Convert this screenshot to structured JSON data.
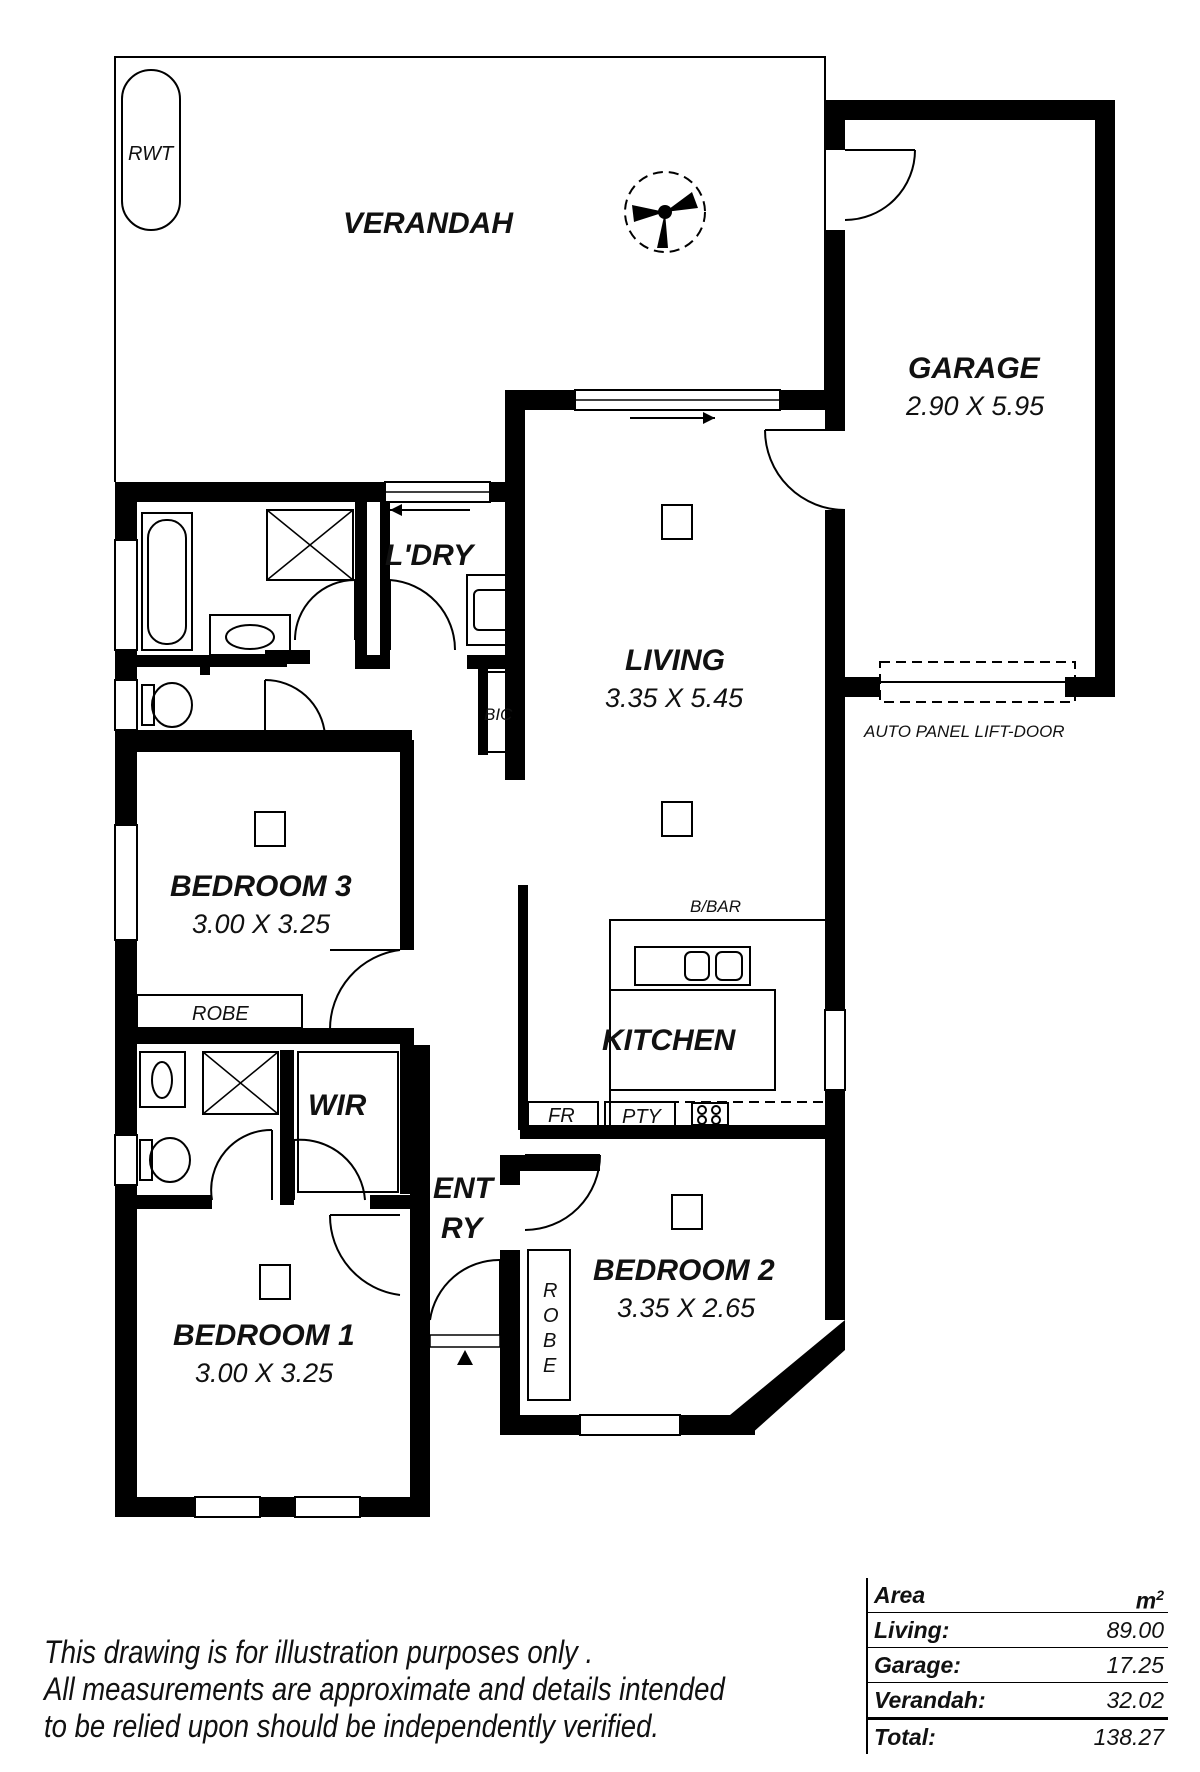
{
  "rooms": {
    "verandah": {
      "name": "VERANDAH"
    },
    "rwt": {
      "name": "RWT"
    },
    "garage": {
      "name": "GARAGE",
      "dims": "2.90 X 5.95"
    },
    "garage_door": {
      "name": "AUTO PANEL LIFT-DOOR"
    },
    "laundry": {
      "name": "L'DRY"
    },
    "bic": {
      "name": "BIC"
    },
    "living": {
      "name": "LIVING",
      "dims": "3.35 X 5.45"
    },
    "bedroom3": {
      "name": "BEDROOM 3",
      "dims": "3.00 X 3.25"
    },
    "robe3": {
      "name": "ROBE"
    },
    "bbar": {
      "name": "B/BAR"
    },
    "kitchen": {
      "name": "KITCHEN"
    },
    "fridge": {
      "name": "FR"
    },
    "pantry": {
      "name": "PTY"
    },
    "wir": {
      "name": "WIR"
    },
    "entry": {
      "line1": "ENT",
      "line2": "RY"
    },
    "bedroom2": {
      "name": "BEDROOM 2",
      "dims": "3.35 X 2.65"
    },
    "robe2": {
      "letters": [
        "R",
        "O",
        "B",
        "E"
      ]
    },
    "bedroom1": {
      "name": "BEDROOM 1",
      "dims": "3.00 X 3.25"
    }
  },
  "disclaimer": {
    "line1": "This drawing is for illustration purposes only .",
    "line2": "All measurements are approximate and details intended",
    "line3": "to be relied upon should be independently verified."
  },
  "area_table": {
    "header_label": "Area",
    "header_unit": "m",
    "header_unit_sup": "2",
    "rows": [
      {
        "label": "Living:",
        "value": "89.00"
      },
      {
        "label": "Garage:",
        "value": "17.25"
      },
      {
        "label": "Verandah:",
        "value": "32.02"
      }
    ],
    "total": {
      "label": "Total:",
      "value": "138.27"
    }
  }
}
